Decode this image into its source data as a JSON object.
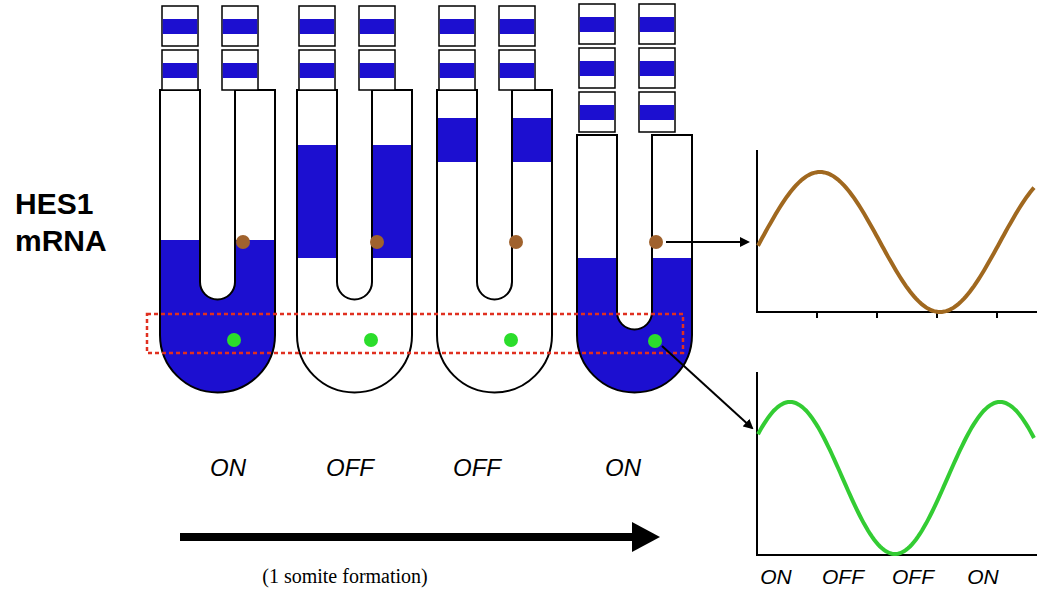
{
  "diagram": {
    "labels": [
      "HES1 mRNA",
      "ON",
      "OFF",
      "OFF",
      "ON",
      "(1 somite formation)",
      "ON",
      "OFF",
      "OFF",
      "ON"
    ]
  }
}
